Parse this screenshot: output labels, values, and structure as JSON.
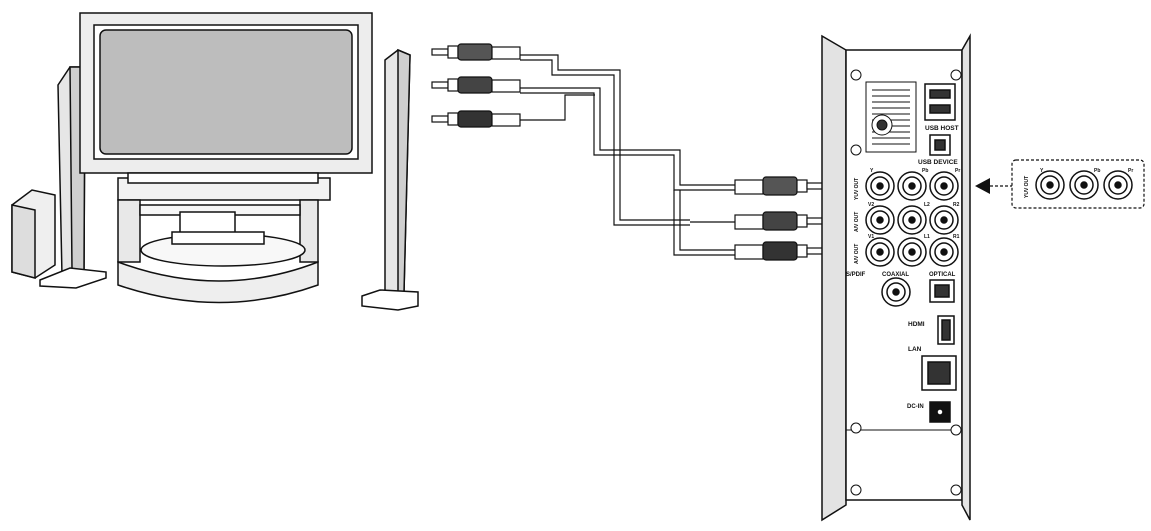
{
  "player": {
    "usb_host": "USB HOST",
    "usb_device": "USB DEVICE",
    "yuv_out": "YUV OUT",
    "y": "Y",
    "pb": "Pb",
    "pr": "Pr",
    "av_out_1": "A/V OUT",
    "v2": "V2",
    "l2": "L2",
    "r2": "R2",
    "av_out_2": "A/V OUT",
    "v1": "V1",
    "l1": "L1",
    "r1": "R1",
    "spdif": "S/PDIF",
    "coaxial": "COAXIAL",
    "optical": "OPTICAL",
    "hdmi": "HDMI",
    "lan": "LAN",
    "dc_in": "DC-IN"
  },
  "callout": {
    "yuv_out": "YUV OUT",
    "y": "Y",
    "pb": "Pb",
    "pr": "Pr"
  },
  "colors": {
    "line": "#111111",
    "screen": "#bdbdbd",
    "device_fill": "#ffffff"
  }
}
